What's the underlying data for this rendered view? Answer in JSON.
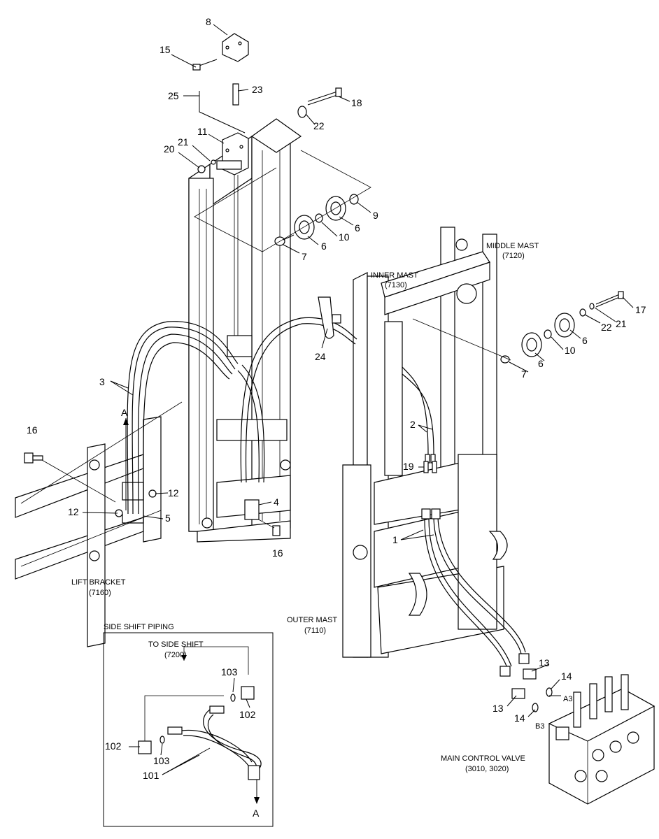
{
  "captions": {
    "middle_mast": "MIDDLE MAST",
    "middle_mast_code": "(7120)",
    "inner_mast": "INNER MAST",
    "inner_mast_code": "(7130)",
    "lift_bracket": "LIFT BRACKET",
    "lift_bracket_code": "(7160)",
    "outer_mast": "OUTER MAST",
    "outer_mast_code": "(7110)",
    "side_shift_piping": "SIDE SHIFT PIPING",
    "to_side_shift": "TO SIDE SHIFT",
    "to_side_shift_code": "(7200)",
    "main_control_valve": "MAIN CONTROL VALVE",
    "main_control_valve_code": "(3010, 3020)"
  },
  "callouts": {
    "c8": "8",
    "c15": "15",
    "c23": "23",
    "c25": "25",
    "c18": "18",
    "c22a": "22",
    "c11": "11",
    "c21a": "21",
    "c20": "20",
    "c9": "9",
    "c6a": "6",
    "c10a": "10",
    "c6b": "6",
    "c7a": "7",
    "c17": "17",
    "c21b": "21",
    "c22b": "22",
    "c6c": "6",
    "c10b": "10",
    "c6d": "6",
    "c7b": "7",
    "c24": "24",
    "c3": "3",
    "cA1": "A",
    "c16a": "16",
    "c12a": "12",
    "c12b": "12",
    "c5": "5",
    "c4": "4",
    "c16b": "16",
    "c2": "2",
    "c19": "19",
    "c1": "1",
    "c13a": "13",
    "c14a": "14",
    "cA3": "A3",
    "c13b": "13",
    "c14b": "14",
    "cB3": "B3",
    "c103a": "103",
    "c102a": "102",
    "c102b": "102",
    "c103b": "103",
    "c101": "101",
    "cA2": "A"
  }
}
